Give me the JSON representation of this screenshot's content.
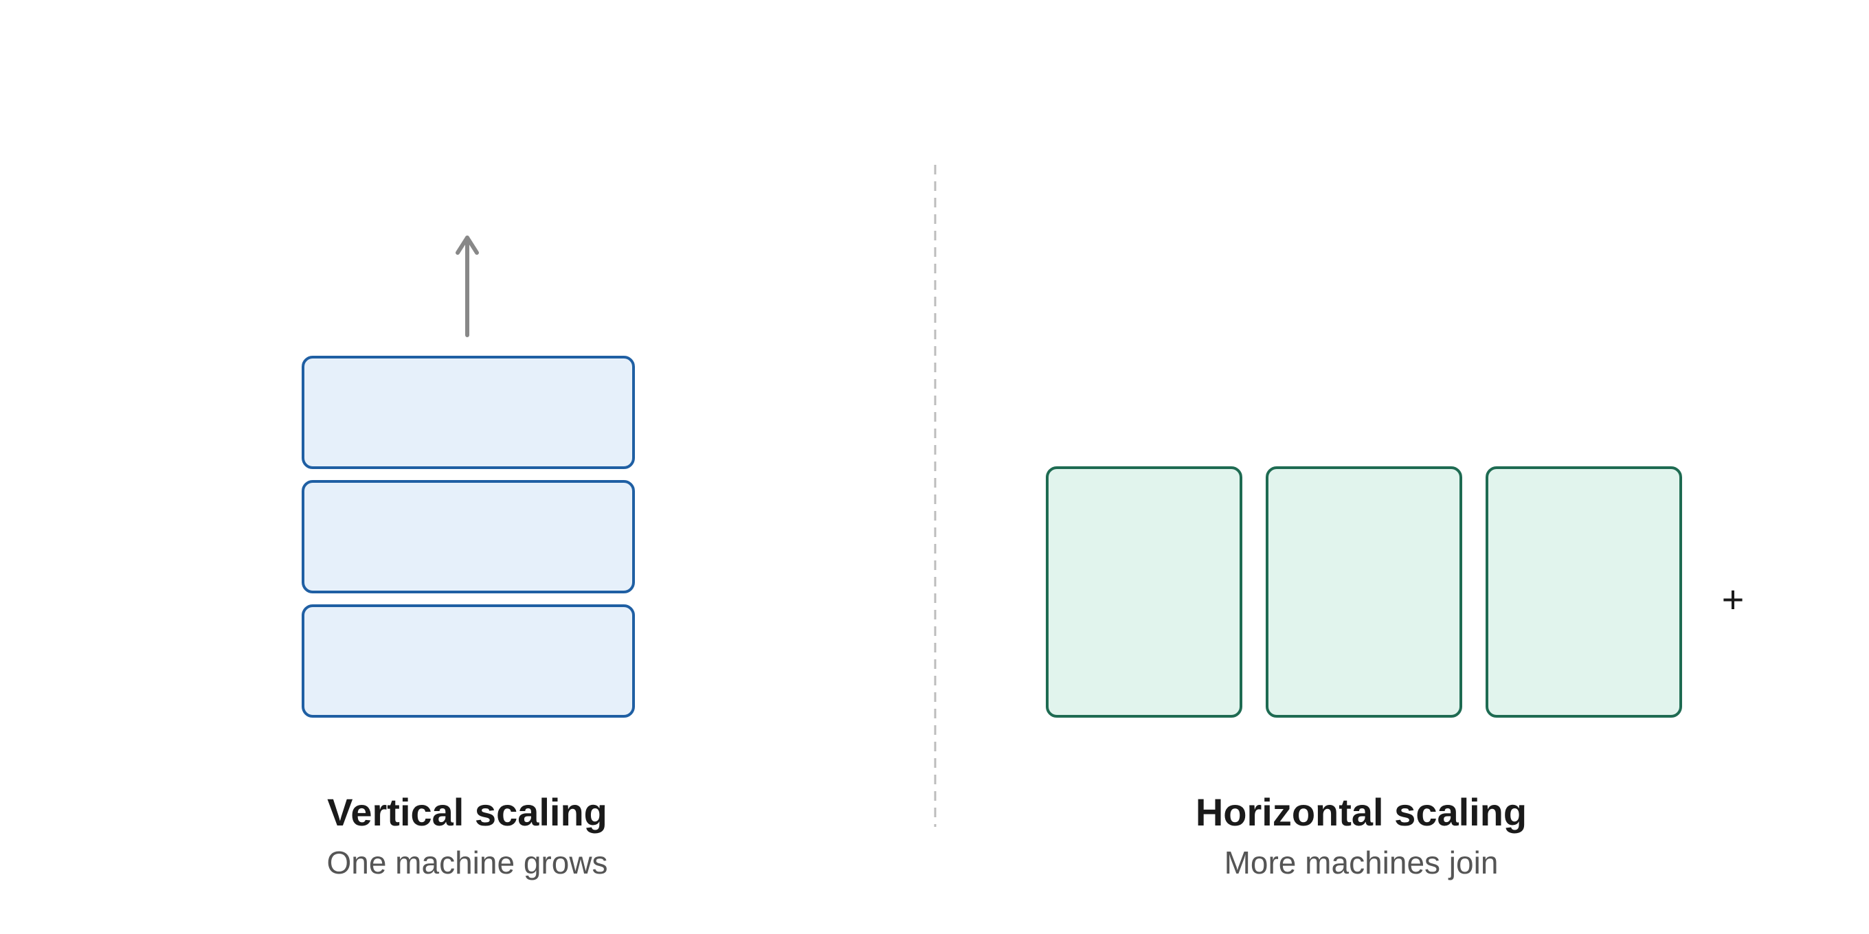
{
  "vertical": {
    "title": "Vertical scaling",
    "subtitle": "One machine grows",
    "block_count": 3,
    "fill_color": "#e6f0fa",
    "stroke_color": "#1f5fa3",
    "arrow_color": "#888888",
    "arrow_icon": "arrow-up-icon"
  },
  "horizontal": {
    "title": "Horizontal scaling",
    "subtitle": "More machines join",
    "machine_count": 3,
    "fill_color": "#e1f4ed",
    "stroke_color": "#1e6b52",
    "plus_label": "+"
  },
  "divider": {
    "color": "#bdbdbd",
    "style": "dashed"
  }
}
